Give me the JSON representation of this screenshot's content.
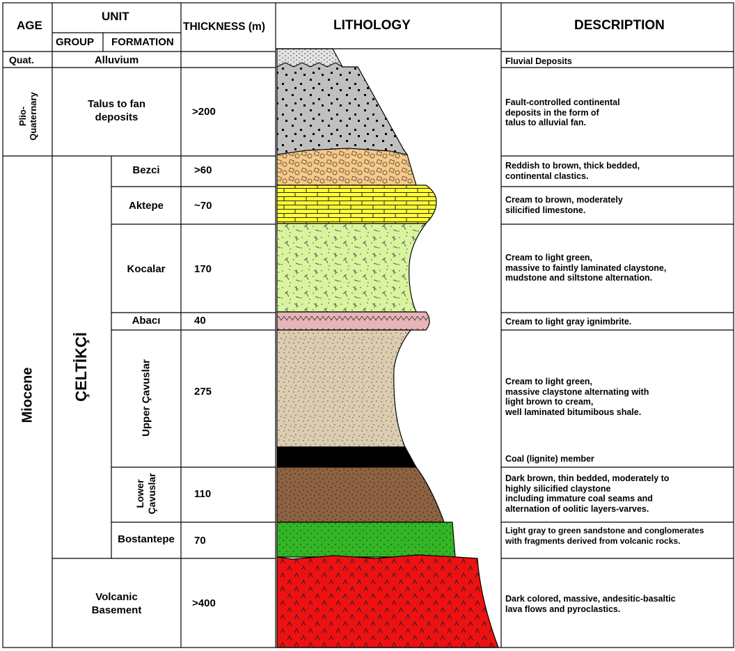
{
  "headers": {
    "age": "AGE",
    "unit": "UNIT",
    "group": "GROUP",
    "formation": "FORMATION",
    "thickness": "THICKNESS (m)",
    "lithology": "LITHOLOGY",
    "description": "DESCRIPTION"
  },
  "ages": {
    "quat": "Quat.",
    "plio_1": "Plio-",
    "plio_2": "Quaternary",
    "miocene": "Miocene"
  },
  "group_name": "ÇELTİKÇİ",
  "units": {
    "alluvium": "Alluvium",
    "talus_1": "Talus to fan",
    "talus_2": "deposits",
    "bezci": "Bezci",
    "aktepe": "Aktepe",
    "kocalar": "Kocalar",
    "abaci": "Abacı",
    "upper_cavuslar": "Upper Çavuslar",
    "lower_1": "Lower",
    "lower_2": "Çavuslar",
    "bostantepe": "Bostantepe",
    "volcanic_1": "Volcanic",
    "volcanic_2": "Basement"
  },
  "thickness": {
    "talus": ">200",
    "bezci": ">60",
    "aktepe": "~70",
    "kocalar": "170",
    "abaci": "40",
    "upper_cavuslar": "275",
    "lower_cavuslar": "110",
    "bostantepe": "70",
    "volcanic": ">400"
  },
  "descriptions": {
    "alluvium": "Fluvial Deposits",
    "talus": "Fault-controlled continental\ndeposits in the form of\ntalus to alluvial fan.",
    "bezci": "Reddish to brown, thick bedded,\ncontinental clastics.",
    "aktepe": "Cream to brown, moderately\nsilicified limestone.",
    "kocalar": "Cream to light green,\nmassive to faintly laminated claystone,\nmudstone and siltstone alternation.",
    "abaci": "Cream to light gray ignimbrite.",
    "upper_cavuslar": "Cream to light green,\nmassive claystone alternating with\nlight brown to cream,\nwell laminated bitumibous shale.",
    "coal": "Coal (lignite) member",
    "lower_cavuslar": "Dark brown, thin bedded, moderately to\nhighly silicified claystone\nincluding immature coal seams and\nalternation of oolitic layers-varves.",
    "bostantepe": "Light gray to green sandstone and conglomerates\nwith fragments derived from volcanic rocks.",
    "volcanic": "Dark colored, massive, andesitic-basaltic\nlava flows and pyroclastics."
  },
  "colors": {
    "alluvium": "#e4e4e4",
    "talus": "#c0c0c0",
    "bezci": "#f7c98a",
    "aktepe": "#ffff33",
    "kocalar": "#d8f59e",
    "abaci": "#e8b4b8",
    "upper_cavuslar": "#dccdb0",
    "coal": "#000000",
    "lower_cavuslar": "#8c6242",
    "bostantepe": "#33b526",
    "volcanic": "#ee1111"
  }
}
